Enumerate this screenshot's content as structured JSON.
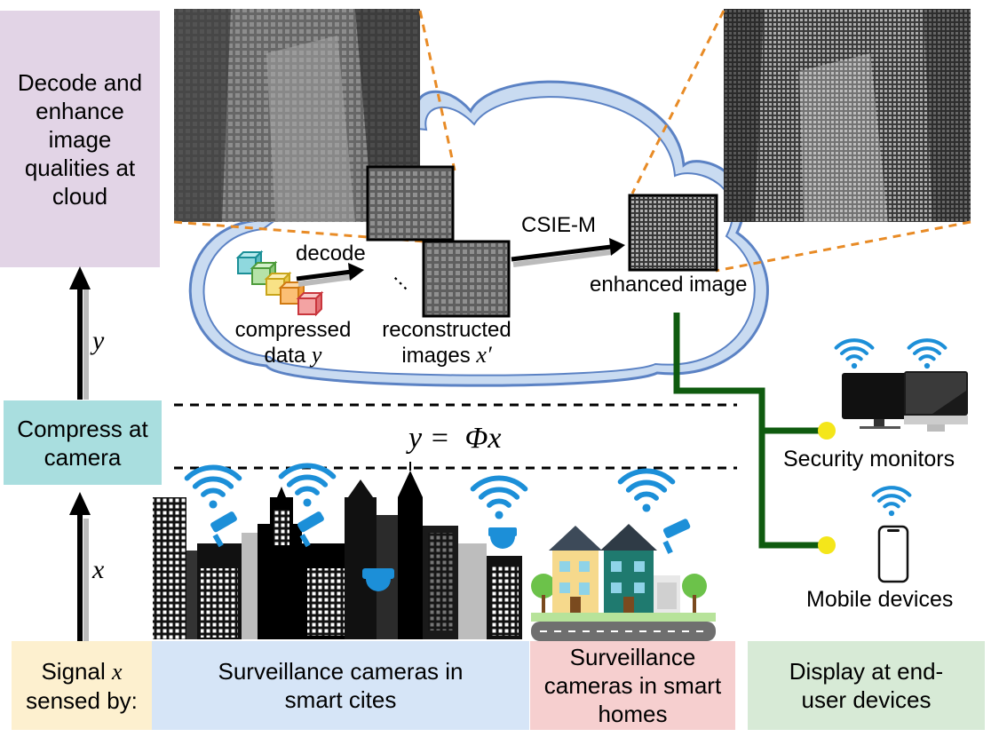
{
  "boxes": {
    "cloud_task": "Decode and enhance image qualities at cloud",
    "camera_task": "Compress at camera",
    "signal_prefix": "Signal",
    "signal_var": "x",
    "signal_suffix": "sensed by:",
    "smart_cities": "Surveillance cameras in smart cites",
    "smart_homes": "Surveillance cameras in smart homes",
    "end_user": "Display at end-user devices"
  },
  "arrows": {
    "upper_var": "y",
    "lower_var": "x"
  },
  "equation": "y =  Φx",
  "cloud": {
    "decode_label": "decode",
    "ellipsis": "⋮",
    "model_label": "CSIE-M",
    "compressed_line1": "compressed",
    "compressed_line2": "data",
    "compressed_var": "y",
    "reconstructed_line1": "reconstructed",
    "reconstructed_line2": "images",
    "reconstructed_var": "x′",
    "enhanced_label": "enhanced image"
  },
  "devices": {
    "monitors_label": "Security monitors",
    "mobile_label": "Mobile devices"
  },
  "colors": {
    "cloud_task_bg": "#e2d4e6",
    "camera_task_bg": "#a9dedf",
    "signal_bg": "#fdf0cf",
    "smart_cities_bg": "#d6e5f7",
    "smart_homes_bg": "#f6cfcf",
    "end_user_bg": "#d7ead6",
    "cloud_outline": "#5b82c4",
    "cloud_fill": "#c9dbf1",
    "link_green": "#0f5b0f",
    "node_yellow": "#f4e61a",
    "dash_orange": "#e88b26",
    "wifi_blue": "#1c8fd8"
  }
}
